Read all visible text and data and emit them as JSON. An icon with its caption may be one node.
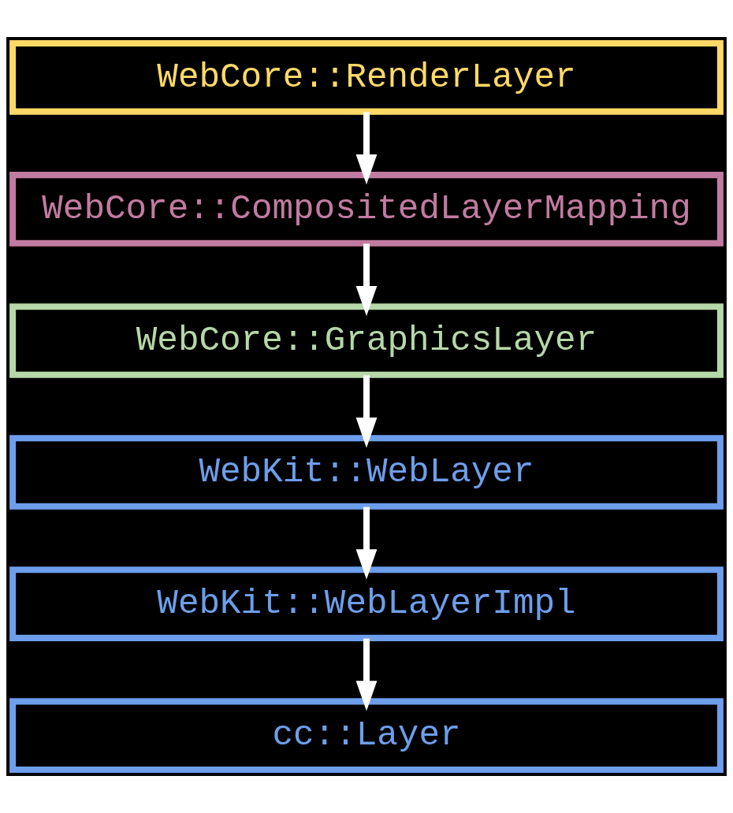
{
  "diagram": {
    "nodes": [
      {
        "text": [
          "WebCore::RenderLayer"
        ]
      },
      {
        "text": [
          "WebCore::CompositedLayerMapping"
        ]
      },
      {
        "text": [
          "WebCore::GraphicsLayer"
        ]
      },
      {
        "text": [
          "WebKit::WebLayer"
        ]
      },
      {
        "text": [
          "WebKit::WebLayerImpl"
        ]
      },
      {
        "text": [
          "cc::Layer"
        ]
      }
    ],
    "edges": [
      {
        "from": 0,
        "to": 1,
        "arrow": "to"
      },
      {
        "from": 1,
        "to": 2,
        "arrow": "to"
      },
      {
        "from": 2,
        "to": 3,
        "arrow": "to"
      },
      {
        "from": 3,
        "to": 4,
        "arrow": "to"
      },
      {
        "from": 4,
        "to": 5,
        "arrow": "to"
      }
    ]
  }
}
